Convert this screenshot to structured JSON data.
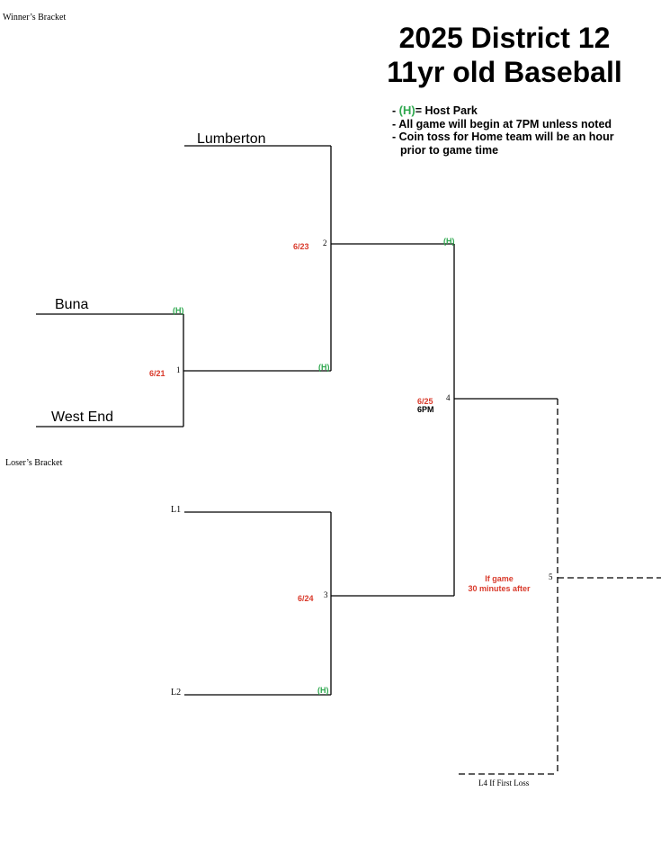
{
  "colors": {
    "date": "#d93a2b",
    "host": "#2fa84f",
    "line": "#000000"
  },
  "header": {
    "winners_bracket_label": "Winner’s Bracket",
    "title_line1": "2025 District 12",
    "title_line2": "11yr old Baseball"
  },
  "legend": {
    "host_symbol": "(H)",
    "host_text": "= Host Park",
    "note1": "All game will begin at 7PM unless noted",
    "note2_line1": "Coin toss for Home team will be an hour",
    "note2_line2": "prior to game time",
    "dash": "-"
  },
  "teams": {
    "lumberton": "Lumberton",
    "buna": "Buna",
    "west_end": "West End"
  },
  "losers": {
    "label": "Loser’s Bracket",
    "l1": "L1",
    "l2": "L2",
    "l4": "L4 If First Loss"
  },
  "games": {
    "g1": {
      "number": "1",
      "date": "6/21"
    },
    "g2": {
      "number": "2",
      "date": "6/23"
    },
    "g3": {
      "number": "3",
      "date": "6/24"
    },
    "g4": {
      "number": "4",
      "date": "6/25",
      "time": "6PM"
    },
    "g5": {
      "number": "5",
      "note_line1": "If game",
      "note_line2": "30 minutes after"
    }
  },
  "host_marks": {
    "buna": "(H)",
    "game1_winner": "(H)",
    "game2_winner": "(H)",
    "l2": "(H)"
  }
}
